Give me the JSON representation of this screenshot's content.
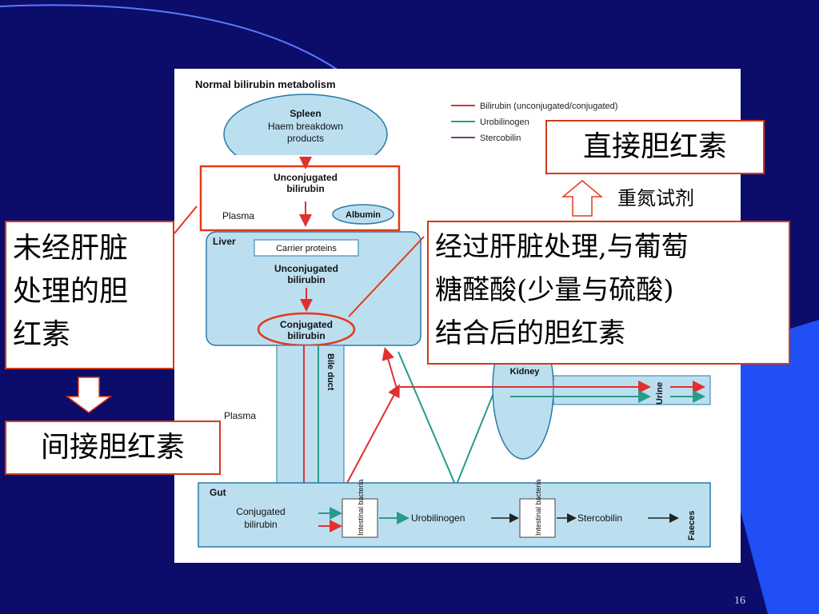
{
  "figure": {
    "title": "Normal bilirubin metabolism",
    "legend": [
      {
        "label": "Bilirubin (unconjugated/conjugated)",
        "color": "#e03030"
      },
      {
        "label": "Urobilinogen",
        "color": "#2a9a8a"
      },
      {
        "label": "Stercobilin",
        "color": "#7a3a8a"
      }
    ],
    "spleen": {
      "title": "Spleen",
      "line1": "Haem breakdown",
      "line2": "products"
    },
    "unconj_top": {
      "line1": "Unconjugated",
      "line2": "bilirubin"
    },
    "plasma_top": "Plasma",
    "albumin": "Albumin",
    "liver": "Liver",
    "carrier": "Carrier proteins",
    "unconj_liver": {
      "line1": "Unconjugated",
      "line2": "bilirubin"
    },
    "conj_liver": {
      "line1": "Conjugated",
      "line2": "bilirubin"
    },
    "bile_duct": "Bile duct",
    "plasma_mid": "Plasma",
    "kidney": "Kidney",
    "urine": "Urine",
    "gut": "Gut",
    "gut_conj": {
      "line1": "Conjugated",
      "line2": "bilirubin"
    },
    "intestinal_bacteria": "Intestinal bacteria",
    "urobilinogen": "Urobilinogen",
    "stercobilin": "Stercobilin",
    "faeces": "Faeces"
  },
  "annotations": {
    "direct": "直接胆红素",
    "diazo": "重氮试剂",
    "unprocessed": [
      "未经肝脏",
      "处理的胆",
      "红素"
    ],
    "indirect": "间接胆红素",
    "conjugated_desc": [
      "经过肝脏处理,与葡萄",
      "糖醛酸(少量与硫酸)",
      "结合后的胆红素"
    ]
  },
  "slide_number": "16",
  "colors": {
    "background": "#0c0c6a",
    "accent_blue": "#1f4ff5",
    "callout_border": "#d23a1a",
    "bilirubin": "#e03030",
    "urobilinogen": "#2a9a8a",
    "box_fill": "#bcdff0"
  }
}
